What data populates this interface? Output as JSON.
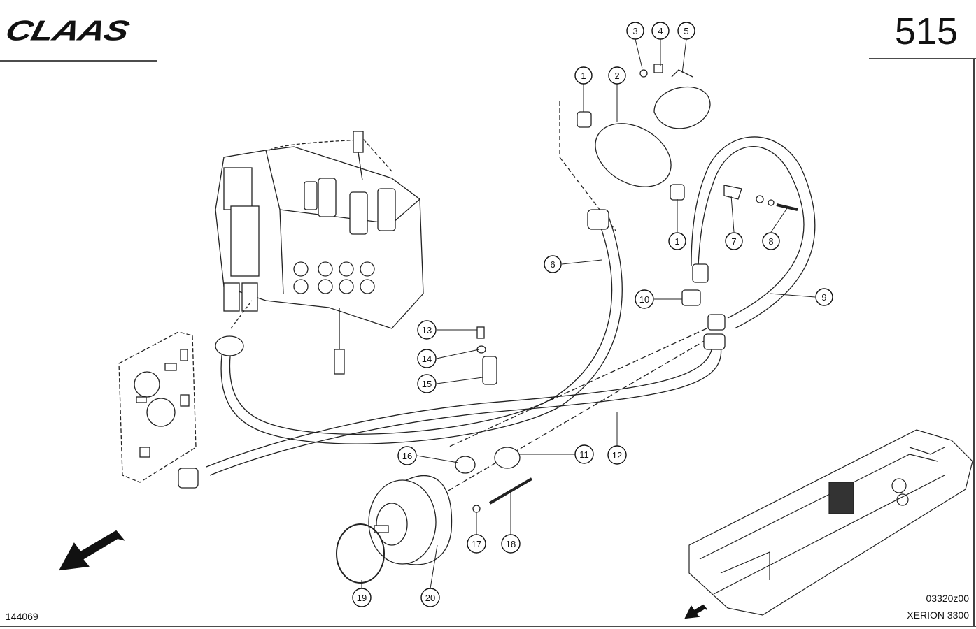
{
  "header": {
    "brand": "CLAAS",
    "page_number": "515"
  },
  "footer": {
    "reference": "144069",
    "drawing_code": "03320z00",
    "model": "XERION 3300"
  },
  "callouts": [
    {
      "id": "c1a",
      "label": "1"
    },
    {
      "id": "c2",
      "label": "2"
    },
    {
      "id": "c3",
      "label": "3"
    },
    {
      "id": "c4",
      "label": "4"
    },
    {
      "id": "c5",
      "label": "5"
    },
    {
      "id": "c1b",
      "label": "1"
    },
    {
      "id": "c7",
      "label": "7"
    },
    {
      "id": "c8",
      "label": "8"
    },
    {
      "id": "c6",
      "label": "6"
    },
    {
      "id": "c9",
      "label": "9"
    },
    {
      "id": "c10",
      "label": "10"
    },
    {
      "id": "c13",
      "label": "13"
    },
    {
      "id": "c14",
      "label": "14"
    },
    {
      "id": "c15",
      "label": "15"
    },
    {
      "id": "c16",
      "label": "16"
    },
    {
      "id": "c11",
      "label": "11"
    },
    {
      "id": "c12",
      "label": "12"
    },
    {
      "id": "c17",
      "label": "17"
    },
    {
      "id": "c18",
      "label": "18"
    },
    {
      "id": "c19",
      "label": "19"
    },
    {
      "id": "c20",
      "label": "20"
    }
  ]
}
